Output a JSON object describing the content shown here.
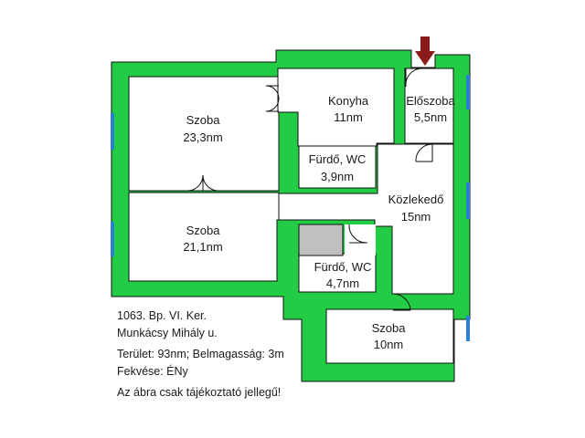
{
  "colors": {
    "wall": "#22cc44",
    "wall_outline": "#111111",
    "window": "#2a7fd4",
    "entry_arrow": "#8b1a1a",
    "shaft": "#c0c0c0",
    "background": "#ffffff"
  },
  "rooms": [
    {
      "id": "szoba-1",
      "name": "Szoba",
      "area": "23,3nm"
    },
    {
      "id": "konyha",
      "name": "Konyha",
      "area": "11nm"
    },
    {
      "id": "eloszoba",
      "name": "Előszoba",
      "area": "5,5nm"
    },
    {
      "id": "furdo-1",
      "name": "Fürdő, WC",
      "area": "3,9nm"
    },
    {
      "id": "kozlekedo",
      "name": "Közlekedő",
      "area": "15nm"
    },
    {
      "id": "szoba-2",
      "name": "Szoba",
      "area": "21,1nm"
    },
    {
      "id": "furdo-2",
      "name": "Fürdő, WC",
      "area": "4,7nm"
    },
    {
      "id": "szoba-3",
      "name": "Szoba",
      "area": "10nm"
    }
  ],
  "info": {
    "address_line1": "1063. Bp. VI. Ker.",
    "address_line2": "Munkácsy Mihály u.",
    "size_line": "Terület: 93nm; Belmagasság: 3m",
    "orientation_line": "Fekvése: ÉNy",
    "disclaimer": "Az ábra csak tájékoztató jellegű!"
  },
  "icons": {
    "entry": "entry-arrow-icon",
    "door": "door-swing-icon",
    "window": "window-icon"
  }
}
